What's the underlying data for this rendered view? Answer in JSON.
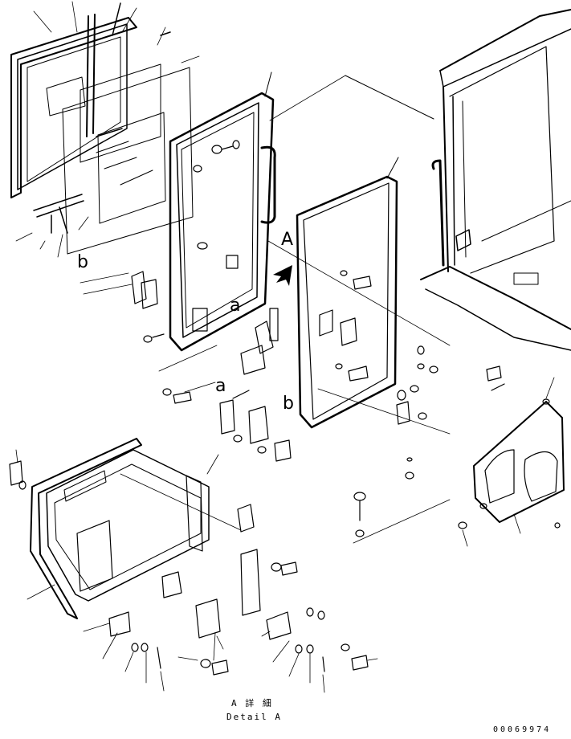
{
  "callouts": {
    "detail_a_marker": "A",
    "view_a_lower": "a",
    "view_a_upper": "a",
    "view_b_upper": "b",
    "view_b_left": "b"
  },
  "caption": {
    "japanese": "A 詳 細",
    "english": "Detail A"
  },
  "drawing_code": "00069974"
}
